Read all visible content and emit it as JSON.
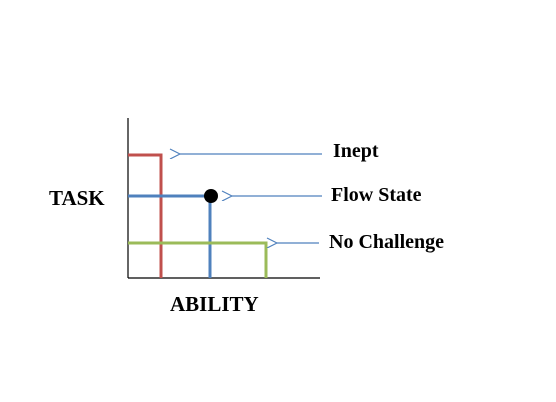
{
  "axes": {
    "y_label": "TASK",
    "x_label": "ABILITY"
  },
  "states": [
    {
      "key": "inept",
      "label": "Inept",
      "color": "#c0504d"
    },
    {
      "key": "flow",
      "label": "Flow State",
      "color": "#4f81bd"
    },
    {
      "key": "no_challenge",
      "label": "No Challenge",
      "color": "#9bbb59"
    }
  ],
  "colors": {
    "axis": "#000000",
    "arrow": "#4f81bd",
    "marker": "#000000"
  }
}
